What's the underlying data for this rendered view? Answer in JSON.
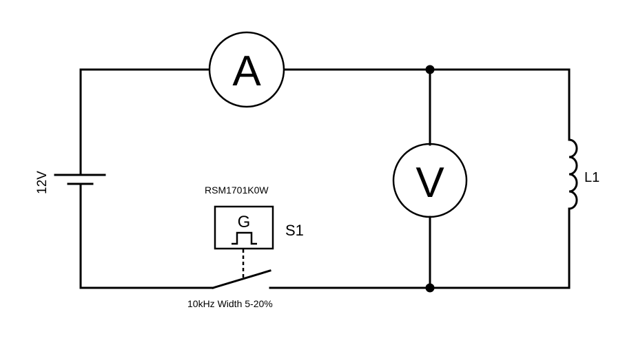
{
  "diagram": {
    "type": "circuit-schematic",
    "colors": {
      "line": "#000000",
      "background": "#ffffff"
    },
    "components": {
      "battery": {
        "label": "12V",
        "kind": "dc-voltage-source"
      },
      "ammeter": {
        "symbol": "A",
        "kind": "ammeter"
      },
      "voltmeter": {
        "symbol": "V",
        "kind": "voltmeter"
      },
      "inductor": {
        "label": "L1",
        "kind": "inductor"
      },
      "switch": {
        "designator": "S1",
        "part_number": "RSM1701K0W",
        "generator_symbol": "G",
        "control": "10kHz Width 5-20%",
        "kind": "pulse-controlled-switch"
      }
    }
  }
}
